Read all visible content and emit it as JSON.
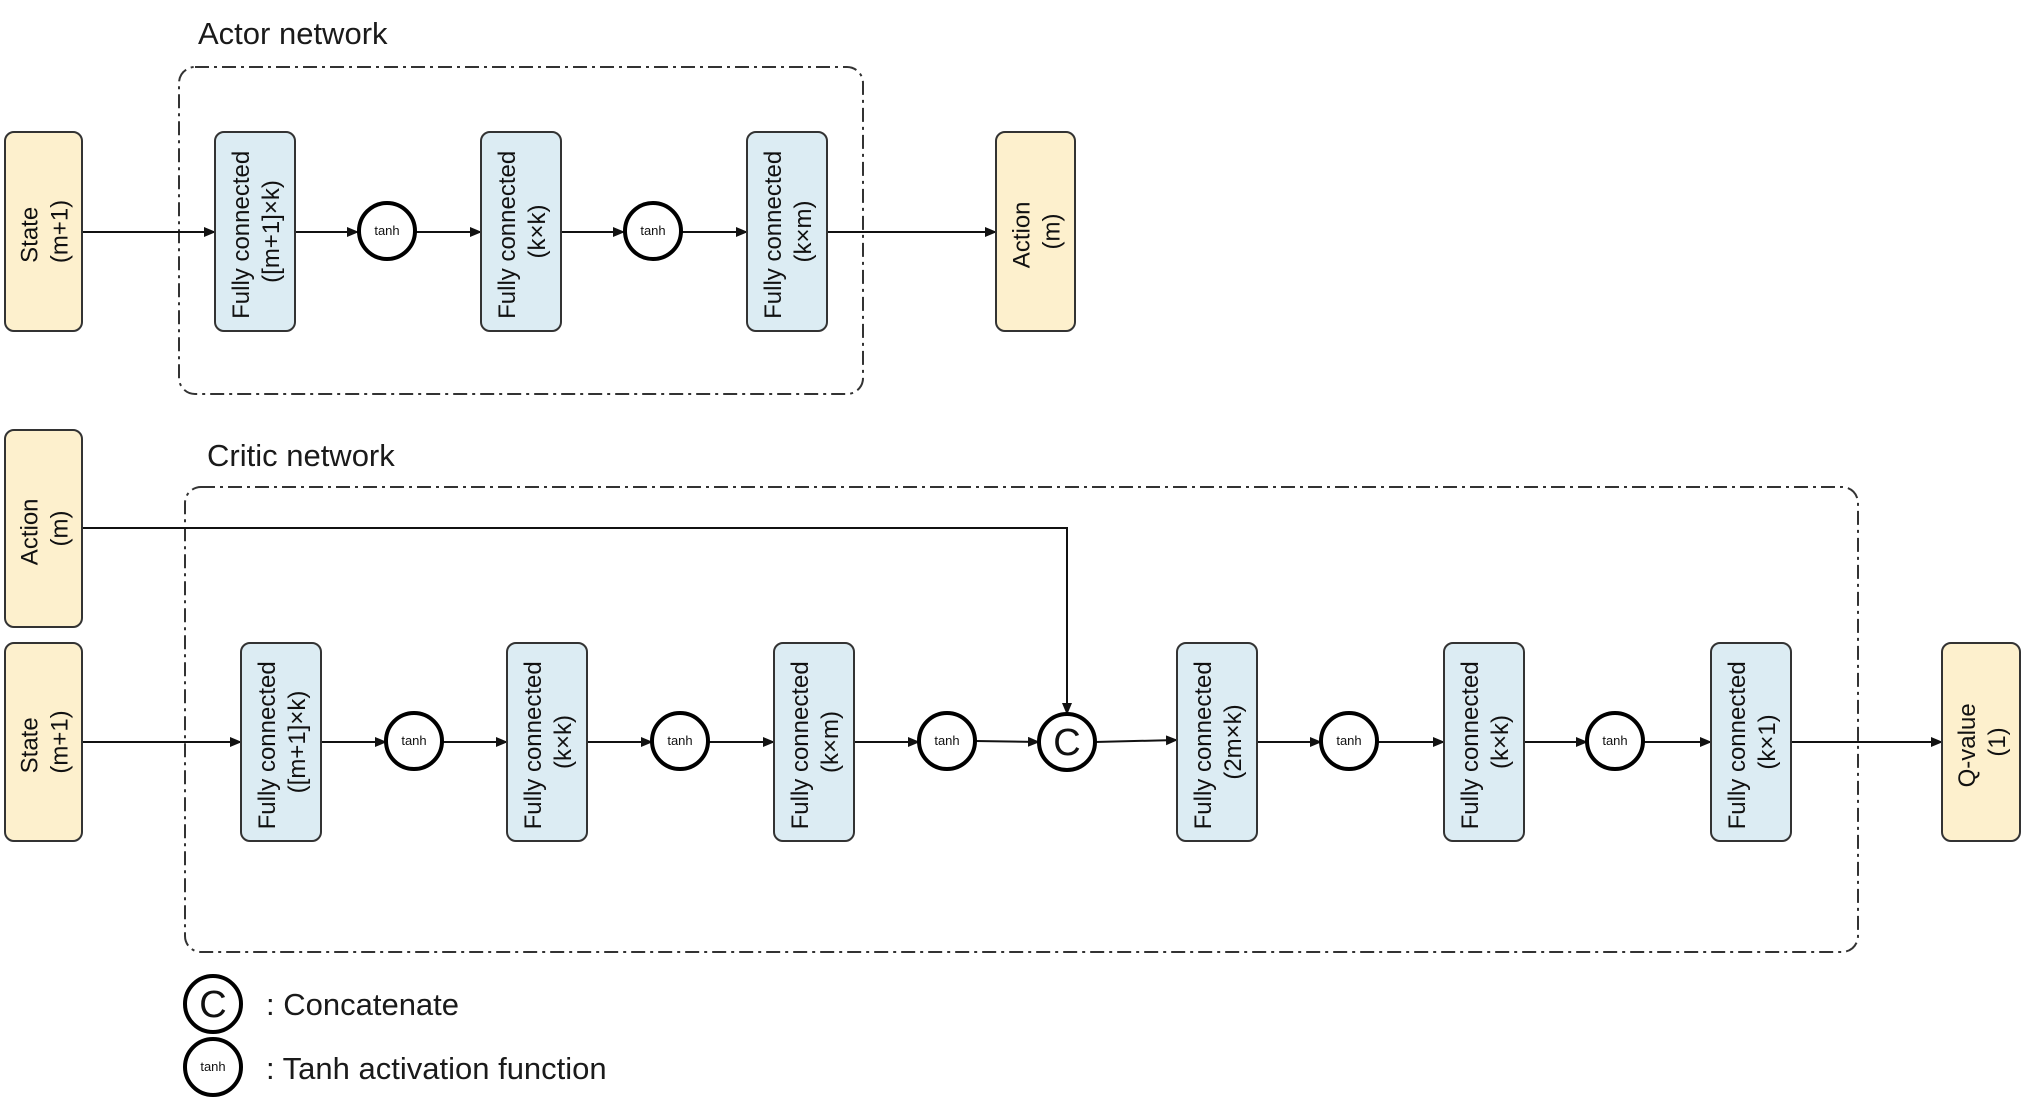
{
  "actor": {
    "title": "Actor network",
    "input": {
      "line1": "State",
      "line2": "(m+1)"
    },
    "output": {
      "line1": "Action",
      "line2": "(m)"
    },
    "layers": [
      {
        "line1": "Fully connected",
        "line2": "([m+1]×k)"
      },
      {
        "line1": "Fully connected",
        "line2": "(k×k)"
      },
      {
        "line1": "Fully connected",
        "line2": "(k×m)"
      }
    ],
    "activations": [
      "tanh",
      "tanh"
    ]
  },
  "critic": {
    "title": "Critic network",
    "action_input": {
      "line1": "Action",
      "line2": "(m)"
    },
    "state_input": {
      "line1": "State",
      "line2": "(m+1)"
    },
    "output": {
      "line1": "Q-value",
      "line2": "(1)"
    },
    "pre_layers": [
      {
        "line1": "Fully connected",
        "line2": "([m+1]×k)"
      },
      {
        "line1": "Fully connected",
        "line2": "(k×k)"
      },
      {
        "line1": "Fully connected",
        "line2": "(k×m)"
      }
    ],
    "pre_activations": [
      "tanh",
      "tanh",
      "tanh"
    ],
    "concat_symbol": "C",
    "post_layers": [
      {
        "line1": "Fully connected",
        "line2": "(2m×k)"
      },
      {
        "line1": "Fully connected",
        "line2": "(k×k)"
      },
      {
        "line1": "Fully connected",
        "line2": "(k×1)"
      }
    ],
    "post_activations": [
      "tanh",
      "tanh"
    ]
  },
  "legend": {
    "concat_symbol": "C",
    "concat_label": ": Concatenate",
    "tanh_symbol": "tanh",
    "tanh_label": ": Tanh activation function"
  },
  "colors": {
    "io_fill": "#fdf0cd",
    "layer_fill": "#dcecf3",
    "stroke": "#333333"
  }
}
